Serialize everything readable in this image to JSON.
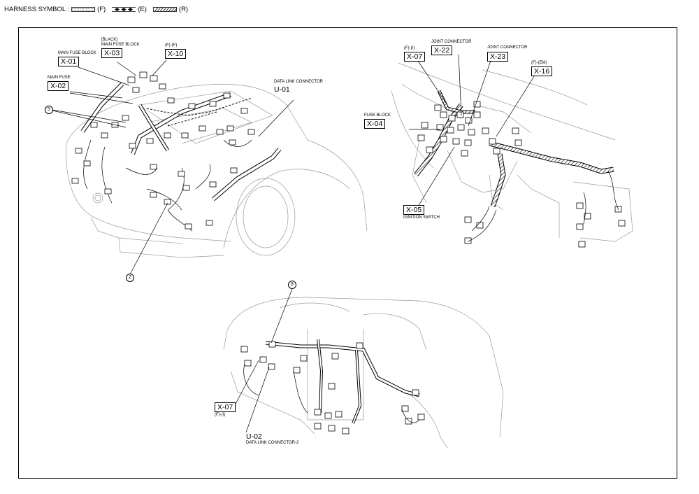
{
  "legend": {
    "label": "HARNESS SYMBOL :",
    "items": [
      {
        "code": "(F)",
        "pattern": "dotted"
      },
      {
        "code": "(E)",
        "pattern": "diamonds"
      },
      {
        "code": "(R)",
        "pattern": "hatched"
      }
    ]
  },
  "engine_view": {
    "callouts": [
      {
        "id": "x01",
        "caption": "MAIN FUSE BLOCK",
        "code": "X-01"
      },
      {
        "id": "x02",
        "caption": "MAIN FUSE",
        "code": "X-02"
      },
      {
        "id": "x03",
        "caption_line1": "[BLACK]",
        "caption_line2": "MAIN FUSE BLOCK",
        "code": "X-03"
      },
      {
        "id": "x10",
        "caption": "(F)-(F)",
        "code": "X-10"
      },
      {
        "id": "u01",
        "caption": "DATA LINK CONNECTOR",
        "code": "U-01"
      }
    ],
    "numbers": [
      "5",
      "2"
    ]
  },
  "interior_view": {
    "callouts": [
      {
        "id": "x07",
        "caption": "(F)-(I)",
        "code": "X-07"
      },
      {
        "id": "x22",
        "caption": "JOINT CONNECTOR",
        "code": "X-22"
      },
      {
        "id": "x23",
        "caption": "JOINT CONNECTOR",
        "code": "X-23"
      },
      {
        "id": "x16",
        "caption": "(F)-(EM)",
        "code": "X-16"
      },
      {
        "id": "x04",
        "caption": "FUSE BLOCK",
        "code": "X-04"
      },
      {
        "id": "x05",
        "caption": "IGNITION SWITCH",
        "code": "X-05"
      }
    ]
  },
  "dash_view": {
    "callouts": [
      {
        "id": "x07b",
        "caption": "(F)-(I)",
        "code": "X-07"
      },
      {
        "id": "u02",
        "caption": "DATA LINK CONNECTOR-2",
        "code": "U-02"
      }
    ],
    "numbers": [
      "8"
    ]
  },
  "colors": {
    "line": "#000000",
    "background": "#ffffff",
    "light_line": "#9a9a9a"
  }
}
